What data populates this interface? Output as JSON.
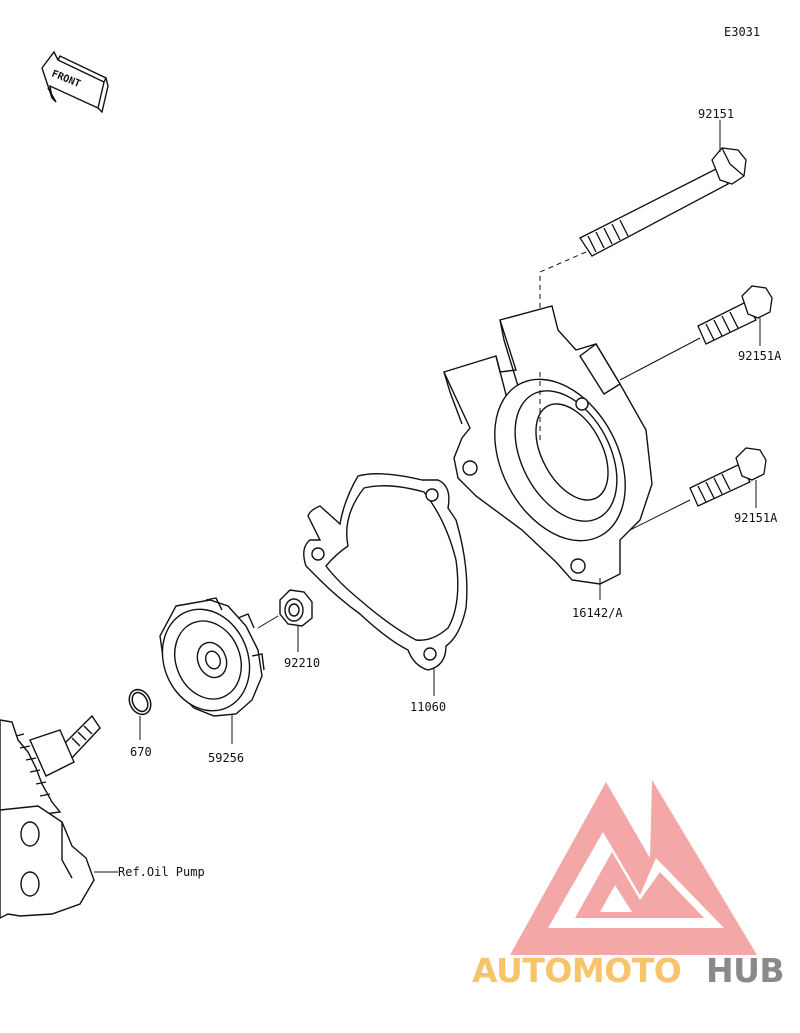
{
  "diagram": {
    "code": "E3031",
    "front_label": "FRONT",
    "parts": [
      {
        "number": "92151"
      },
      {
        "number": "92151A"
      },
      {
        "number": "92151A"
      },
      {
        "number": "16142/A"
      },
      {
        "number": "11060"
      },
      {
        "number": "92210"
      },
      {
        "number": "59256"
      },
      {
        "number": "670"
      }
    ],
    "reference": "Ref.Oil Pump"
  },
  "watermark": {
    "part1": "AUTOMOTO",
    "part2": "HUB",
    "color1": "#f7c46b",
    "color2": "#8a8a8a",
    "logo_color": "#f29a98"
  }
}
